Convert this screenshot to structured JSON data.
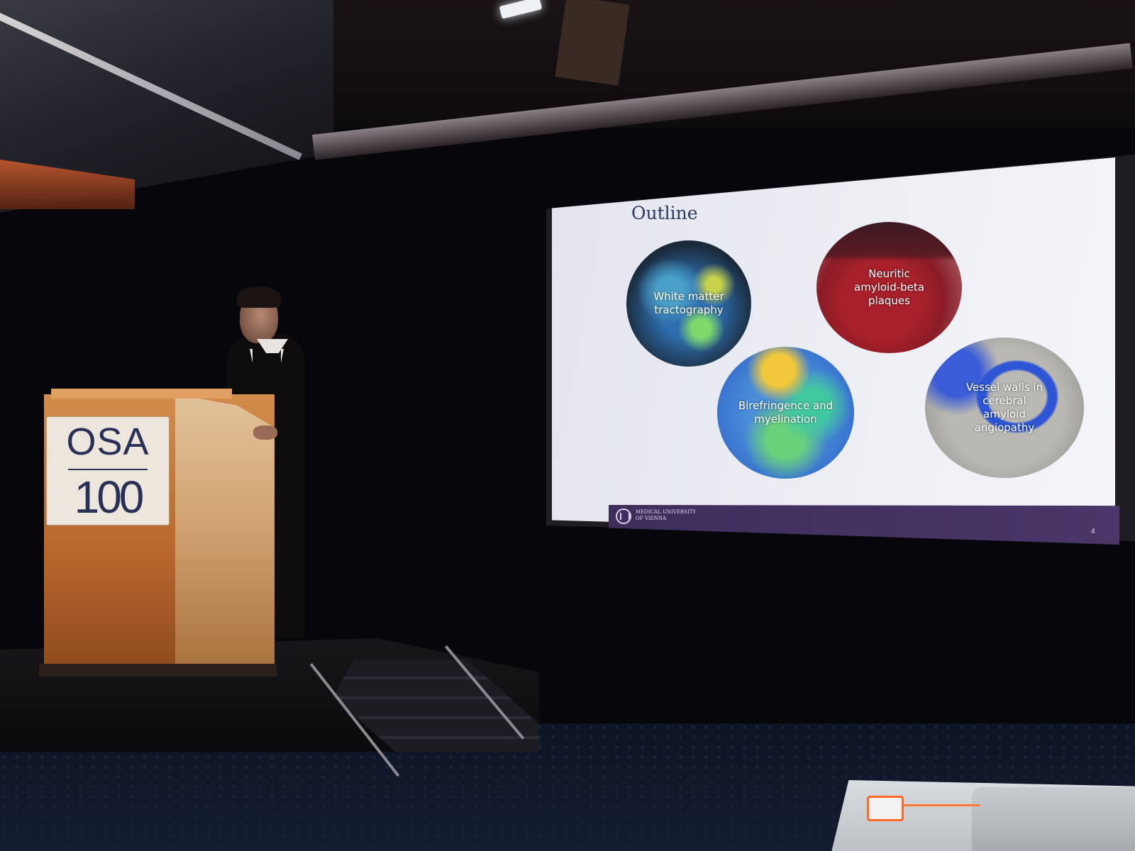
{
  "podium": {
    "osa_text": "OSA",
    "osa_number": "100"
  },
  "slide": {
    "title": "Outline",
    "topics": [
      {
        "label": "White matter tractography"
      },
      {
        "label": "Neuritic amyloid-beta plaques"
      },
      {
        "label": "Birefringence and myelination"
      },
      {
        "label": "Vessel walls in cerebral amyloid angiopathy"
      }
    ],
    "footer": {
      "institution_line1": "MEDICAL UNIVERSITY",
      "institution_line2": "OF VIENNA",
      "slide_number": "4"
    }
  },
  "colors": {
    "slide_footer": "#4a3668",
    "slide_title": "#2b3a5e",
    "osa_logo": "#2a3156",
    "adapter_accent": "#ff6a2a"
  }
}
